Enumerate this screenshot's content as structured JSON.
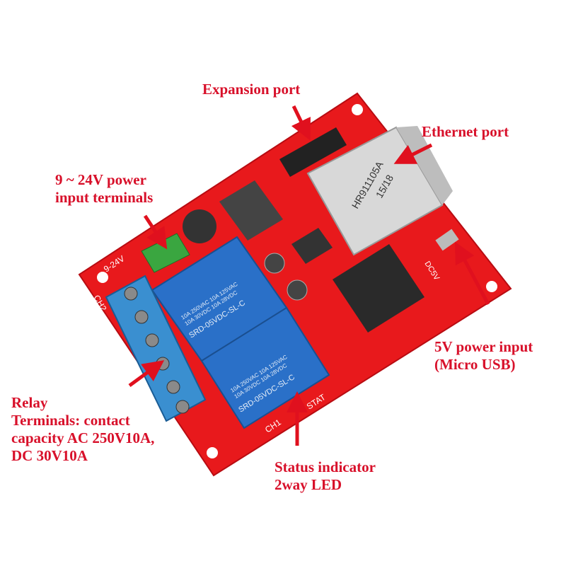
{
  "labels": {
    "expansion_port": "Expansion port",
    "ethernet_port": "Ethernet port",
    "power_input_terminals": [
      "9 ~ 24V power",
      "input terminals"
    ],
    "usb_power": [
      "5V power input",
      "(Micro USB)"
    ],
    "relay_terminals": [
      "Relay",
      "Terminals: contact",
      "capacity AC 250V10A,",
      "DC 30V10A"
    ],
    "status_led": [
      "Status indicator",
      "2way LED"
    ]
  },
  "board_markings": {
    "relay_model": "SRD-05VDC-SL-C",
    "relay_rating_1": "10A 250VAC  10A 125VAC",
    "relay_rating_2": "10A 30VDC  10A 28VDC",
    "ethernet_jack": "HR911105A",
    "ethernet_date": "15/18",
    "power_marking": "9-24V",
    "ch1": "CH1",
    "ch2": "CH2",
    "stat": "STAT",
    "dc5v": "DC5V"
  },
  "colors": {
    "label": "#d8102a",
    "arrow": "#e0101e",
    "board": "#e8191c",
    "relay": "#2a70c8",
    "terminal": "#3a8fd0",
    "green_terminal": "#3aa640"
  }
}
